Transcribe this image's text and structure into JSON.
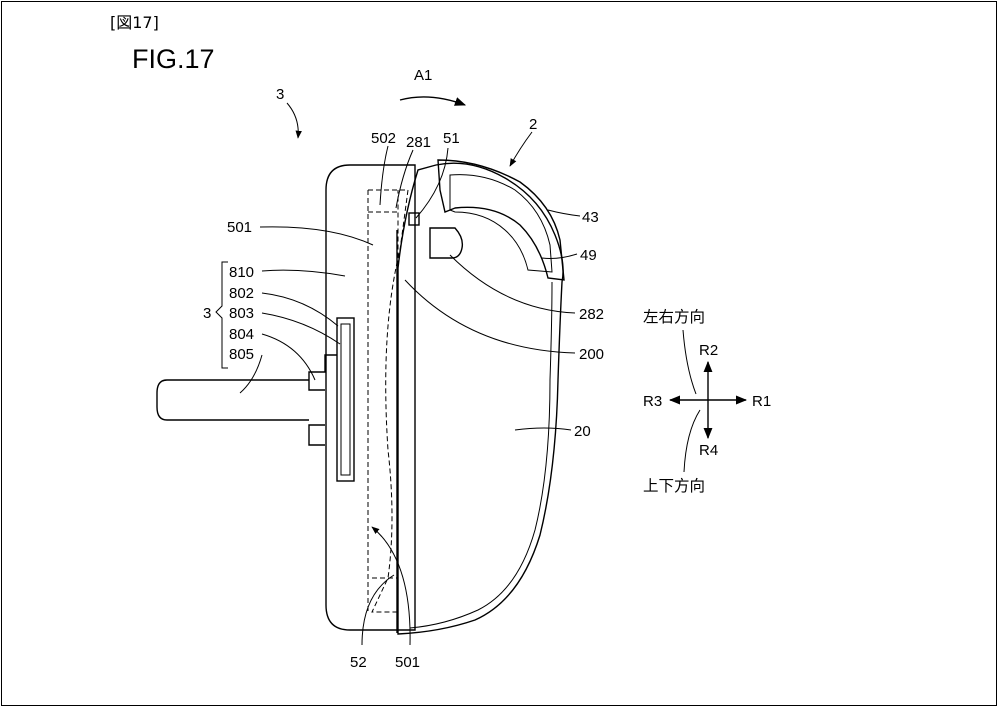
{
  "header": "[図17]",
  "figure_title": "FIG.17",
  "ref": {
    "r3_top": "3",
    "r2_top": "2",
    "a1": "A1",
    "r502": "502",
    "r281": "281",
    "r51": "51",
    "r43": "43",
    "r49": "49",
    "r501_top": "501",
    "r810": "810",
    "r802": "802",
    "r803": "803",
    "r804": "804",
    "r805": "805",
    "r3_brace": "3",
    "r282": "282",
    "r200": "200",
    "r20": "20",
    "r52": "52",
    "r501_bottom": "501"
  },
  "directions": {
    "lr_label": "左右方向",
    "ud_label": "上下方向",
    "r1": "R1",
    "r2": "R2",
    "r3": "R3",
    "r4": "R4"
  }
}
